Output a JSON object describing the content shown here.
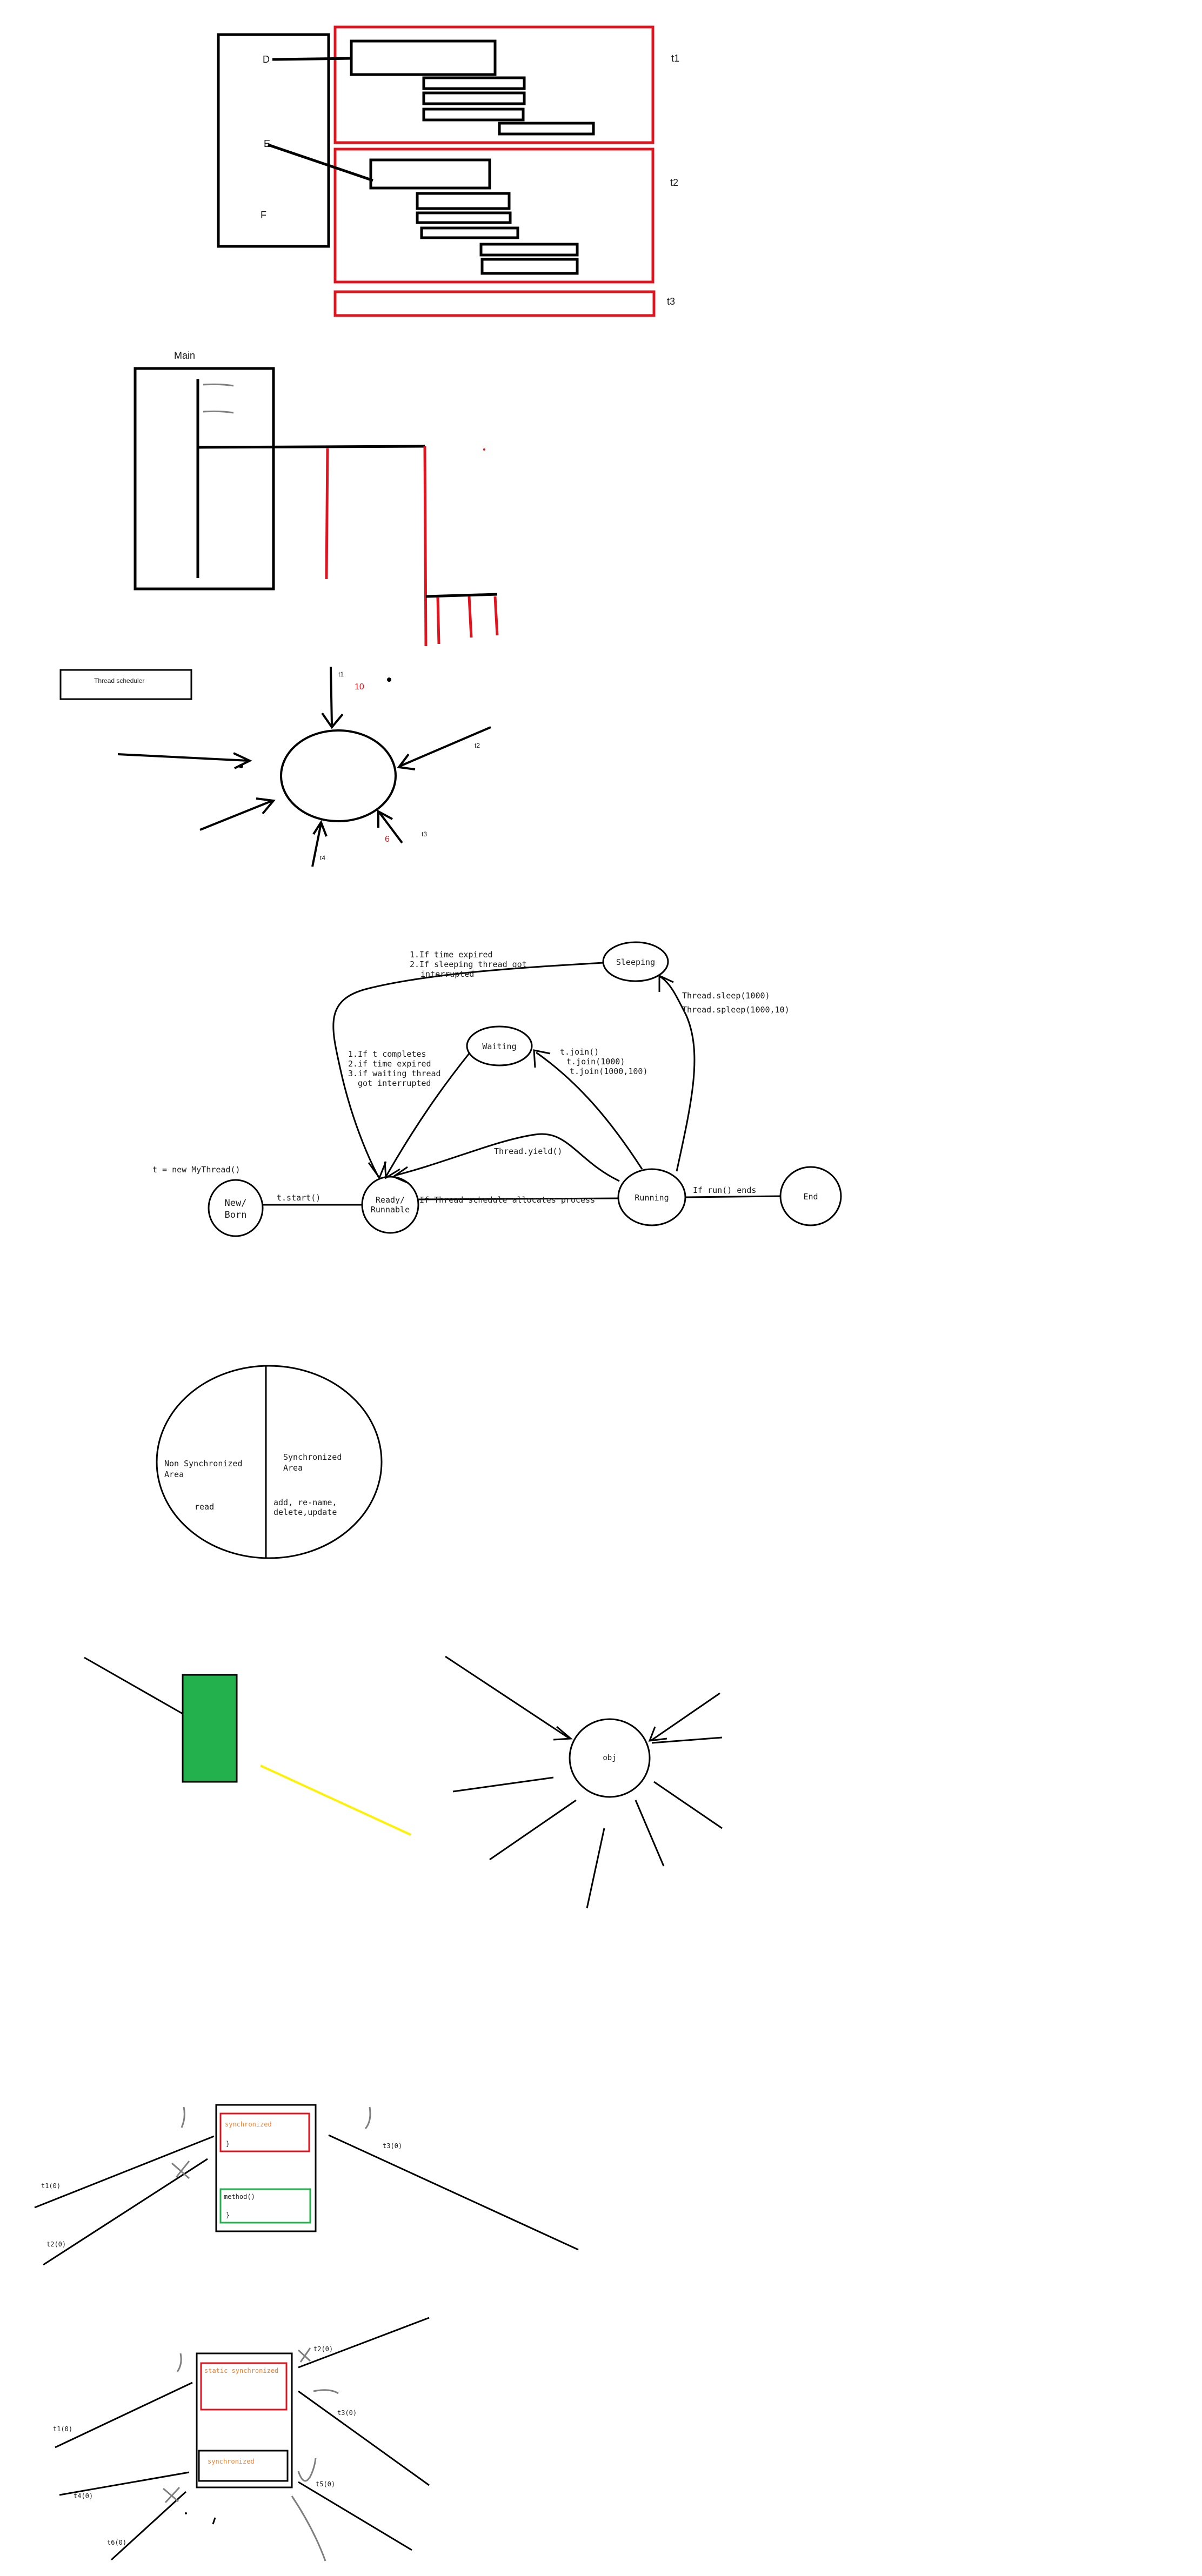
{
  "colors": {
    "ink": "#000000",
    "red": "#e0141f",
    "green": "#22b14c",
    "yellow": "#fff200",
    "orange": "#ff7f27",
    "gray": "#7f7f7f"
  },
  "sketch1": {
    "label_d": "D",
    "label_e": "E",
    "label_f": "F",
    "label_t1": "t1",
    "label_t2": "t2",
    "label_t3": "t3"
  },
  "sketch2": {
    "label_main": "Main"
  },
  "sketch3": {
    "thread_scheduler": "Thread scheduler",
    "label_t1": "t1",
    "label_t2": "t2",
    "label_t3": "t3",
    "label_t4": "t4",
    "priority_10": "10",
    "priority_6": "6"
  },
  "lifecycle": {
    "new_assign": "t = new MyThread()",
    "new_born_line1": "New/",
    "new_born_line2": "Born",
    "start": "t.start()",
    "ready_line1": "Ready/",
    "ready_line2": "Runnable",
    "schedule": "If Thread schedule allocates process",
    "running": "Running",
    "run_ends": "If run() ends",
    "end": "End",
    "yield": "Thread.yield()",
    "waiting": "Waiting",
    "join1": "t.join()",
    "join2": "t.join(1000)",
    "join3": "t.join(1000,100)",
    "wait_note1": "1.If t completes",
    "wait_note2": "2.if time expired",
    "wait_note3": "3.if waiting thread",
    "wait_note4": "got interrupted",
    "sleeping": "Sleeping",
    "sleep1": "Thread.sleep(1000)",
    "sleep2": "Thread.spleep(1000,10)",
    "sleep_note1": "1.If time expired",
    "sleep_note2": "2.If sleeping thread got",
    "sleep_note3": "interrupted"
  },
  "areas": {
    "non_sync_line1": "Non Synchronized",
    "non_sync_line2": "Area",
    "non_sync_op": "read",
    "sync_line1": "Synchronized",
    "sync_line2": "Area",
    "sync_ops_line1": "add, re-name,",
    "sync_ops_line2": "delete,update"
  },
  "objsketch": {
    "obj": "obj"
  },
  "lock1": {
    "sync_method": "synchronized",
    "brace1": "}",
    "plain_method": "method()",
    "brace2": "}",
    "t1": "t1(0)",
    "t2": "t2(0)",
    "t3": "t3(0)"
  },
  "lock2": {
    "static_sync": "static synchronized",
    "sync_inner": "synchronized",
    "t1": "t1(0)",
    "t2": "t2(0)",
    "t3": "t3(0)",
    "t4": "t4(0)",
    "t5": "t5(0)",
    "t6": "t6(0)"
  }
}
